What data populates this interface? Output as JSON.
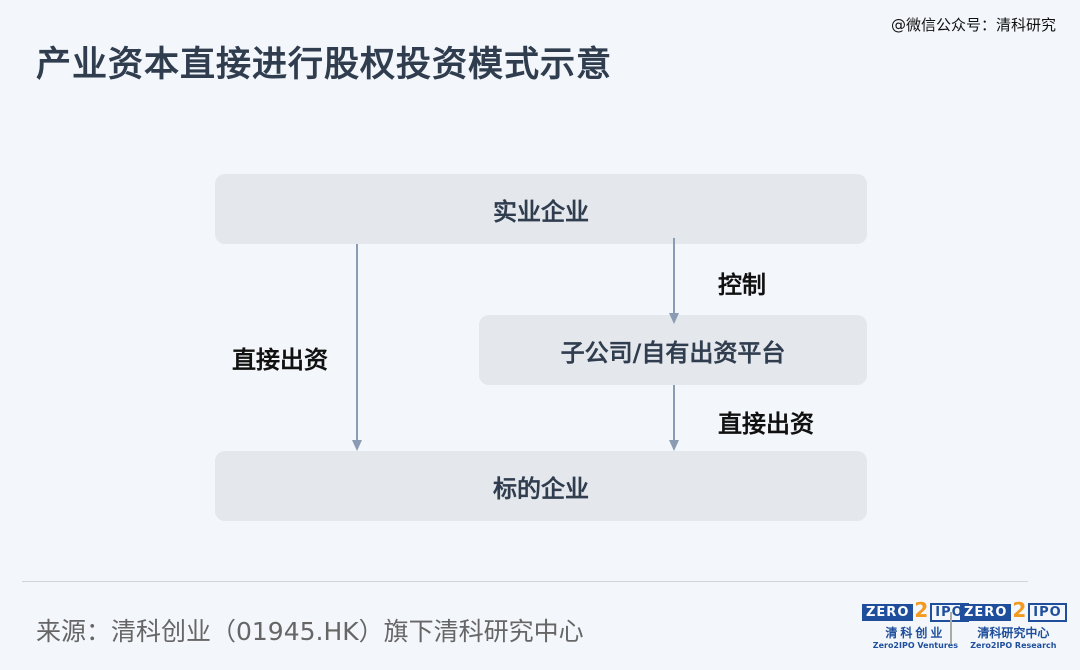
{
  "title": "产业资本直接进行股权投资模式示意",
  "watermark": "@微信公众号：清科研究",
  "nodes": {
    "top": "实业企业",
    "middle": "子公司/自有出资平台",
    "bottom": "标的企业"
  },
  "edges": {
    "left": "直接出资",
    "control": "控制",
    "right": "直接出资"
  },
  "source": "来源：清科创业（01945.HK）旗下清科研究中心",
  "logos": [
    {
      "zero": "ZERO",
      "two": "2",
      "ipo": "IPO",
      "cn": "清科创业",
      "en": "Zero2IPO Ventures"
    },
    {
      "zero": "ZERO",
      "two": "2",
      "ipo": "IPO",
      "cn": "清科研究中心",
      "en": "Zero2IPO Research"
    }
  ]
}
